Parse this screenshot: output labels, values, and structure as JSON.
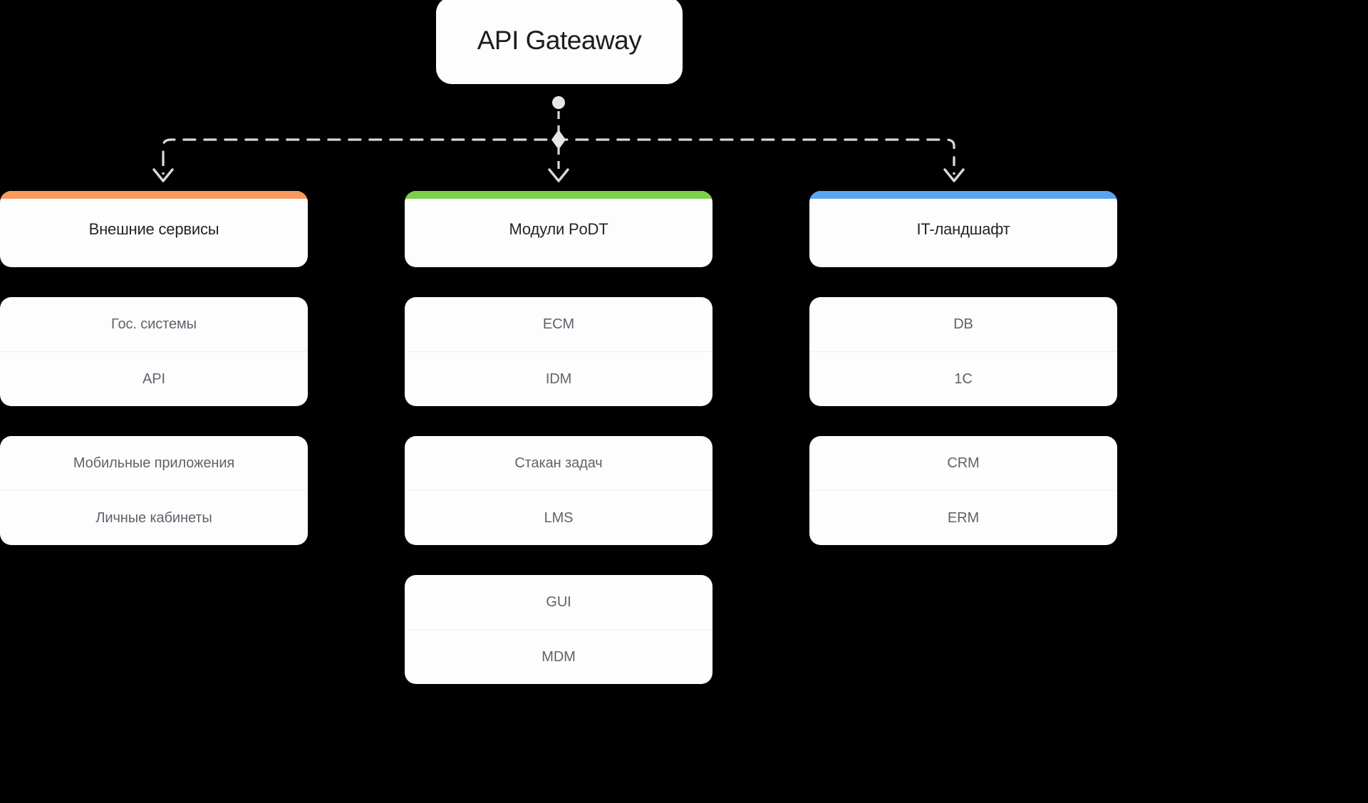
{
  "background": "#000000",
  "gateway": {
    "title": "API Gateaway",
    "card_color": "#FDFDFD",
    "text_color": "#1D1D1F"
  },
  "connector": {
    "line_color": "#D8D8D8",
    "style": "dashed",
    "source_dot": "circle-connector-dot",
    "junction": "diamond-junction-node",
    "arrow": "arrowhead-down-icon",
    "branches": 3
  },
  "columns": [
    {
      "key": "external-services",
      "header": {
        "label": "Внешние сервисы",
        "accent": "#F9995E"
      },
      "groups": [
        {
          "rows": [
            "Гос. системы",
            "API"
          ]
        },
        {
          "rows": [
            "Мобильные приложения",
            "Личные кабинеты"
          ]
        }
      ]
    },
    {
      "key": "podt-modules",
      "header": {
        "label": "Модули PoDT",
        "accent": "#7BD14A"
      },
      "groups": [
        {
          "rows": [
            "ECM",
            "IDM"
          ]
        },
        {
          "rows": [
            "Стакан задач",
            "LMS"
          ]
        },
        {
          "rows": [
            "GUI",
            "MDM"
          ]
        }
      ]
    },
    {
      "key": "it-landscape",
      "header": {
        "label": "IT-ландшафт",
        "accent": "#5BA4F2"
      },
      "groups": [
        {
          "rows": [
            "DB",
            "1C"
          ]
        },
        {
          "rows": [
            "CRM",
            "ERM"
          ]
        }
      ]
    }
  ]
}
